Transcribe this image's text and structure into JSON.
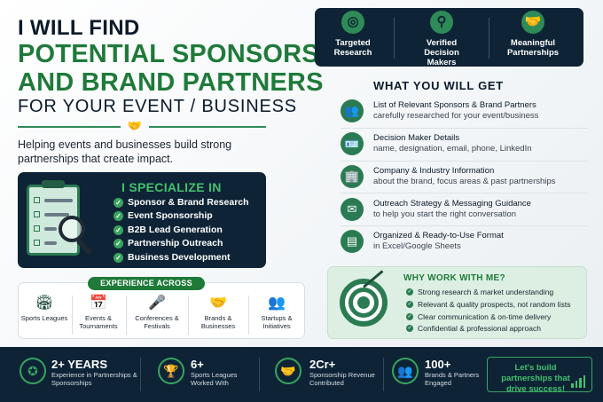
{
  "headline": {
    "line1": "I WILL FIND",
    "line2": "POTENTIAL SPONSORS",
    "line3": "AND BRAND PARTNERS",
    "line4": "FOR YOUR EVENT / BUSINESS"
  },
  "tagline": "Helping events and businesses build strong partnerships that create impact.",
  "specialize": {
    "title": "I SPECIALIZE IN",
    "items": [
      "Sponsor & Brand Research",
      "Event Sponsorship",
      "B2B Lead Generation",
      "Partnership Outreach",
      "Business Development"
    ]
  },
  "experience": {
    "title": "EXPERIENCE ACROSS",
    "items": [
      {
        "label": "Sports Leagues",
        "icon": "stadium-icon"
      },
      {
        "label": "Events & Tournaments",
        "icon": "calendar-icon"
      },
      {
        "label": "Conferences & Festivals",
        "icon": "microphone-icon"
      },
      {
        "label": "Brands & Businesses",
        "icon": "handshake-icon"
      },
      {
        "label": "Startups & Initiatives",
        "icon": "group-icon"
      }
    ]
  },
  "banner": {
    "items": [
      {
        "label": "Targeted Research",
        "icon": "target-icon"
      },
      {
        "label": "Verified Decision Makers",
        "icon": "user-search-icon"
      },
      {
        "label": "Meaningful Partnerships",
        "icon": "handshake-icon"
      }
    ]
  },
  "what_you_get": {
    "title": "WHAT YOU WILL GET",
    "items": [
      {
        "head": "List of Relevant Sponsors & Brand Partners",
        "sub": "carefully researched for your event/business",
        "icon": "people-icon"
      },
      {
        "head": "Decision Maker Details",
        "sub": "name, designation, email, phone, LinkedIn",
        "icon": "id-card-icon"
      },
      {
        "head": "Company & Industry Information",
        "sub": "about the brand, focus areas & past partnerships",
        "icon": "building-icon"
      },
      {
        "head": "Outreach Strategy & Messaging Guidance",
        "sub": "to help you start the right conversation",
        "icon": "envelope-icon"
      },
      {
        "head": "Organized & Ready-to-Use Format",
        "sub": "in Excel/Google Sheets",
        "icon": "spreadsheet-icon"
      }
    ]
  },
  "why": {
    "title": "WHY WORK WITH ME?",
    "items": [
      "Strong research & market understanding",
      "Relevant & quality prospects, not random lists",
      "Clear communication & on-time delivery",
      "Confidential & professional approach"
    ]
  },
  "stats": [
    {
      "value": "2+ YEARS",
      "label": "Experience in Partnerships & Sponsorships",
      "icon": "award-icon"
    },
    {
      "value": "6+",
      "label": "Sports Leagues Worked With",
      "icon": "trophy-icon"
    },
    {
      "value": "2Cr+",
      "label": "Sponsorship Revenue Contributed",
      "icon": "handshake-icon"
    },
    {
      "value": "100+",
      "label": "Brands & Partners Engaged",
      "icon": "group-icon"
    }
  ],
  "cta": {
    "text": "Let's build partnerships that drive success!",
    "icon": "bar-chart-icon"
  },
  "colors": {
    "navy": "#0e2436",
    "green": "#1f7a3a",
    "accent_green": "#43c06d"
  }
}
